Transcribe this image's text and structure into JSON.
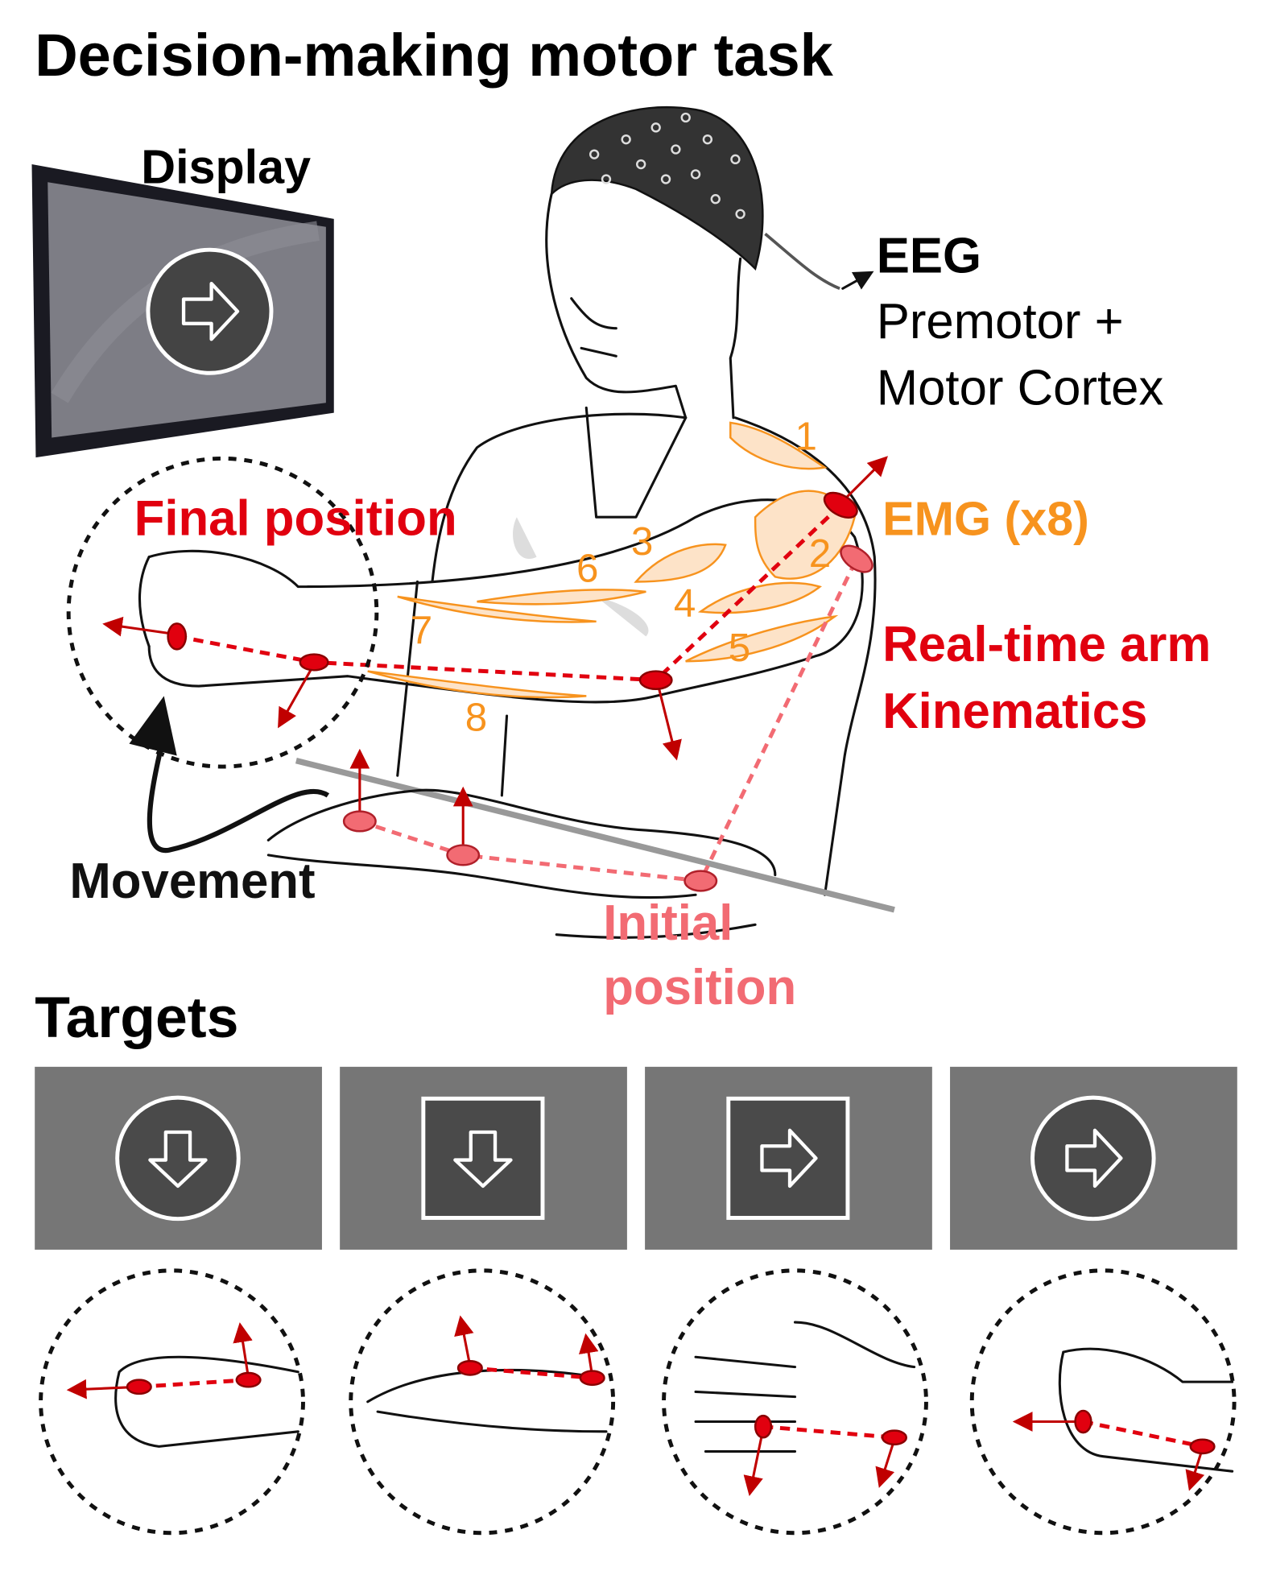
{
  "title": "Decision-making motor task",
  "display_label": "Display",
  "eeg": {
    "label": "EEG",
    "line1": "Premotor  +",
    "line2": "Motor Cortex"
  },
  "emg_label": "EMG (x8)",
  "kinematics": {
    "line1": "Real-time arm",
    "line2": "Kinematics"
  },
  "final_position": "Final position",
  "initial_position": {
    "line1": "Initial",
    "line2": "position"
  },
  "movement_label": "Movement",
  "targets_title": "Targets",
  "muscle_numbers": [
    "1",
    "2",
    "3",
    "4",
    "5",
    "6",
    "7",
    "8"
  ],
  "targets": [
    {
      "shape": "circle",
      "arrow": "down"
    },
    {
      "shape": "square",
      "arrow": "down"
    },
    {
      "shape": "square",
      "arrow": "right"
    },
    {
      "shape": "circle",
      "arrow": "right"
    }
  ],
  "colors": {
    "emg": "#f7931e",
    "kinematics": "#e1000f",
    "initial": "#f26b73",
    "panel": "#767676",
    "symbol": "#4a4a4a"
  }
}
